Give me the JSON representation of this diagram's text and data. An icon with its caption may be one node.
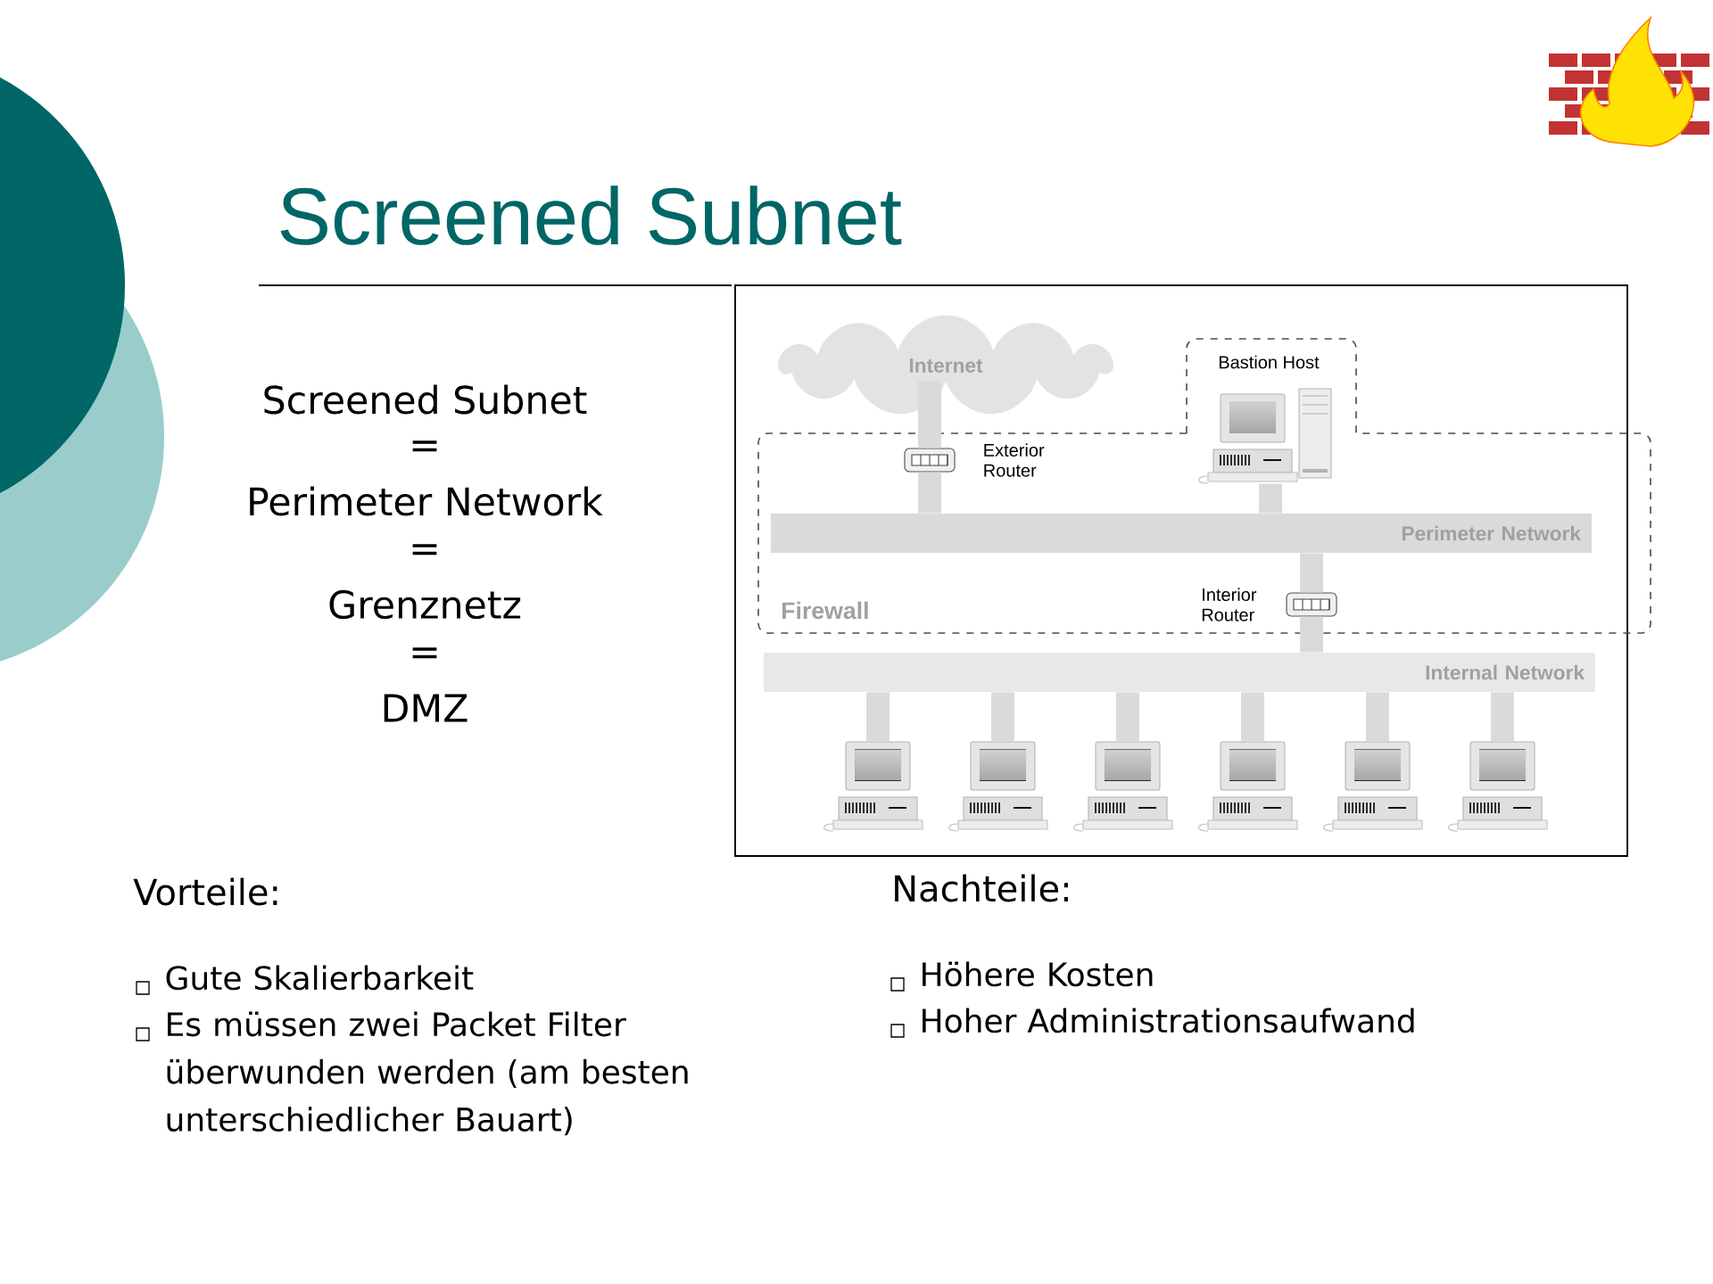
{
  "diagram": {
    "title": "Screened Subnet",
    "nodes": [
      {
        "text": [
          "Internet"
        ]
      },
      {
        "text": [
          "Firewall"
        ]
      },
      {
        "text": [
          "Bastion Host"
        ]
      },
      {
        "text": [],
        "shape": "box",
        "beside": [
          "Exterior Router"
        ],
        "in": 1
      },
      {
        "text": [
          "Perimeter Network"
        ],
        "in": 1
      },
      {
        "text": [],
        "shape": "box",
        "beside": [
          "Interior Router"
        ],
        "in": 1
      },
      {
        "text": [
          "Internal Network"
        ]
      },
      {
        "text": [],
        "shape": "picture"
      },
      {
        "text": [],
        "shape": "picture"
      },
      {
        "text": [],
        "shape": "picture"
      },
      {
        "text": [],
        "shape": "picture"
      },
      {
        "text": [],
        "shape": "picture"
      },
      {
        "text": [],
        "shape": "picture"
      },
      {
        "text": [],
        "shape": "picture"
      }
    ],
    "edges": [
      {
        "from": 0,
        "to": 3,
        "arrow": "none"
      },
      {
        "from": 3,
        "to": 4,
        "arrow": "none"
      },
      {
        "from": 7,
        "to": 4,
        "arrow": "none"
      },
      {
        "from": 4,
        "to": 5,
        "arrow": "none"
      },
      {
        "from": 5,
        "to": 6,
        "arrow": "none"
      },
      {
        "from": 6,
        "to": 8,
        "arrow": "none"
      },
      {
        "from": 6,
        "to": 9,
        "arrow": "none"
      },
      {
        "from": 6,
        "to": 10,
        "arrow": "none"
      },
      {
        "from": 6,
        "to": 11,
        "arrow": "none"
      },
      {
        "from": 6,
        "to": 12,
        "arrow": "none"
      },
      {
        "from": 6,
        "to": 13,
        "arrow": "none"
      }
    ],
    "labels": [
      "Screened Subnet",
      "=",
      "Perimeter Network",
      "=",
      "Grenznetz",
      "=",
      "DMZ",
      "Vorteile:",
      "Gute Skalierbarkeit",
      "Es müssen zwei Packet Filter überwunden werden (am besten unterschiedlicher Bauart)",
      "Nachteile:",
      "Höhere Kosten",
      "Hoher Administrationsaufwand"
    ]
  }
}
